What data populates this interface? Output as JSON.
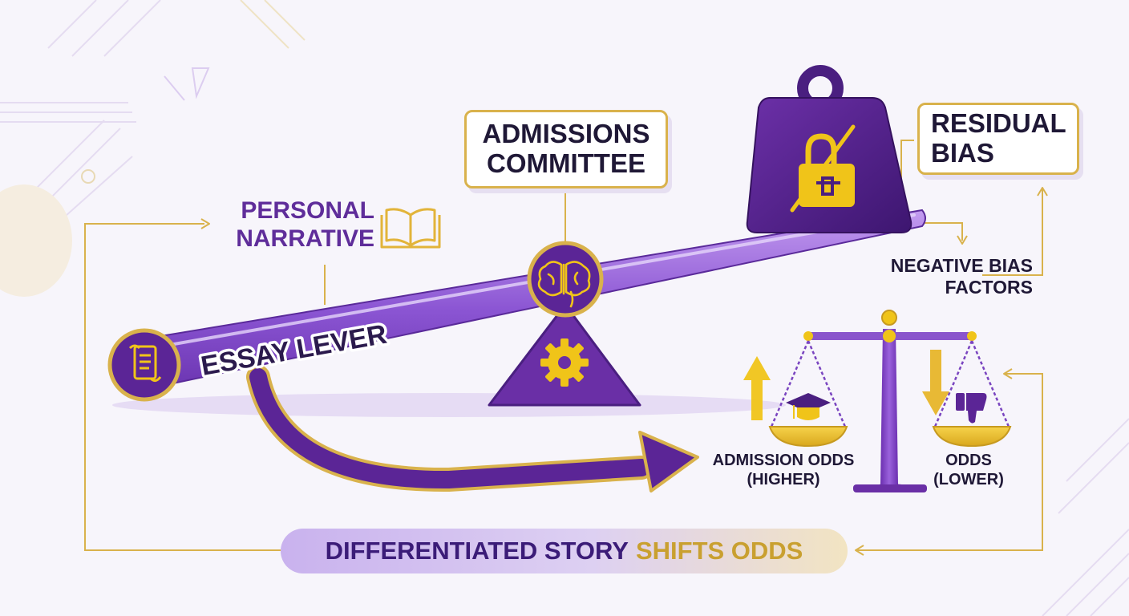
{
  "committee": {
    "line1": "ADMISSIONS",
    "line2": "COMMITTEE"
  },
  "bias_box": {
    "line1": "RESIDUAL",
    "line2": "BIAS"
  },
  "personal": {
    "line1": "PERSONAL",
    "line2": "NARRATIVE"
  },
  "negative": {
    "line1": "NEGATIVE BIAS",
    "line2": "FACTORS"
  },
  "lever": {
    "label": "ESSAY LEVER"
  },
  "odds": {
    "higher_line1": "ADMISSION ODDS",
    "higher_line2": "(HIGHER)",
    "lower_line1": "ODDS",
    "lower_line2": "(LOWER)"
  },
  "banner": {
    "part1": "DIFFERENTIATED STORY",
    "part2": "SHIFTS ODDS"
  },
  "colors": {
    "purple": "#6a2fa6",
    "purple_dark": "#4a1f80",
    "purple_light": "#a97ae0",
    "gold": "#d9b24c",
    "gold_bright": "#f0c419",
    "background": "#f7f5fb"
  },
  "icons": [
    "book-icon",
    "brain-icon",
    "gear-icon",
    "scroll-icon",
    "padlock-icon",
    "graduation-cap-icon",
    "thumbs-down-icon",
    "up-arrow-icon",
    "down-arrow-icon",
    "balance-scale-icon"
  ]
}
